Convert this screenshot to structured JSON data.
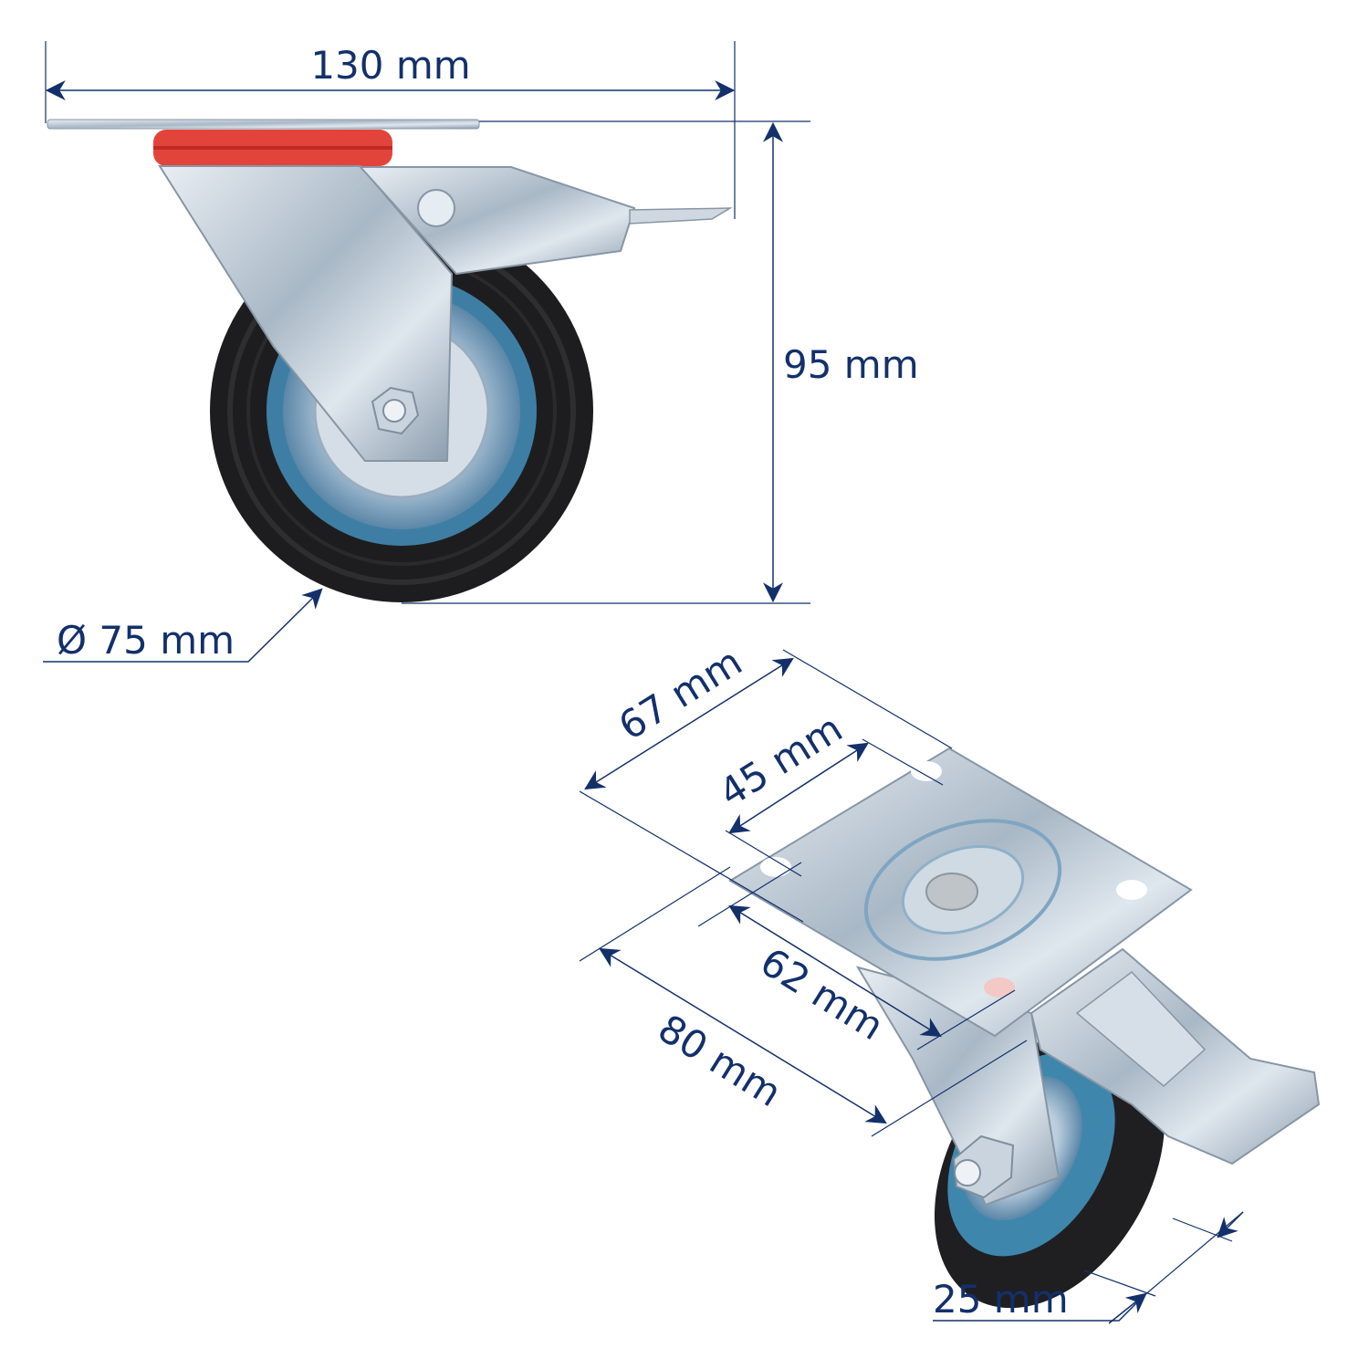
{
  "diagram": {
    "subject": "Swivel caster wheel with brake",
    "accent_color": "#13306b",
    "views": [
      {
        "name": "side-view"
      },
      {
        "name": "top-perspective-view"
      }
    ],
    "dimensions": {
      "plate_width": "130 mm",
      "total_height": "95 mm",
      "wheel_diameter": "Ø 75 mm",
      "plate_length": "67 mm",
      "hole_spacing_length": "45 mm",
      "hole_spacing_width": "62 mm",
      "plate_depth": "80 mm",
      "wheel_width": "25 mm"
    }
  }
}
